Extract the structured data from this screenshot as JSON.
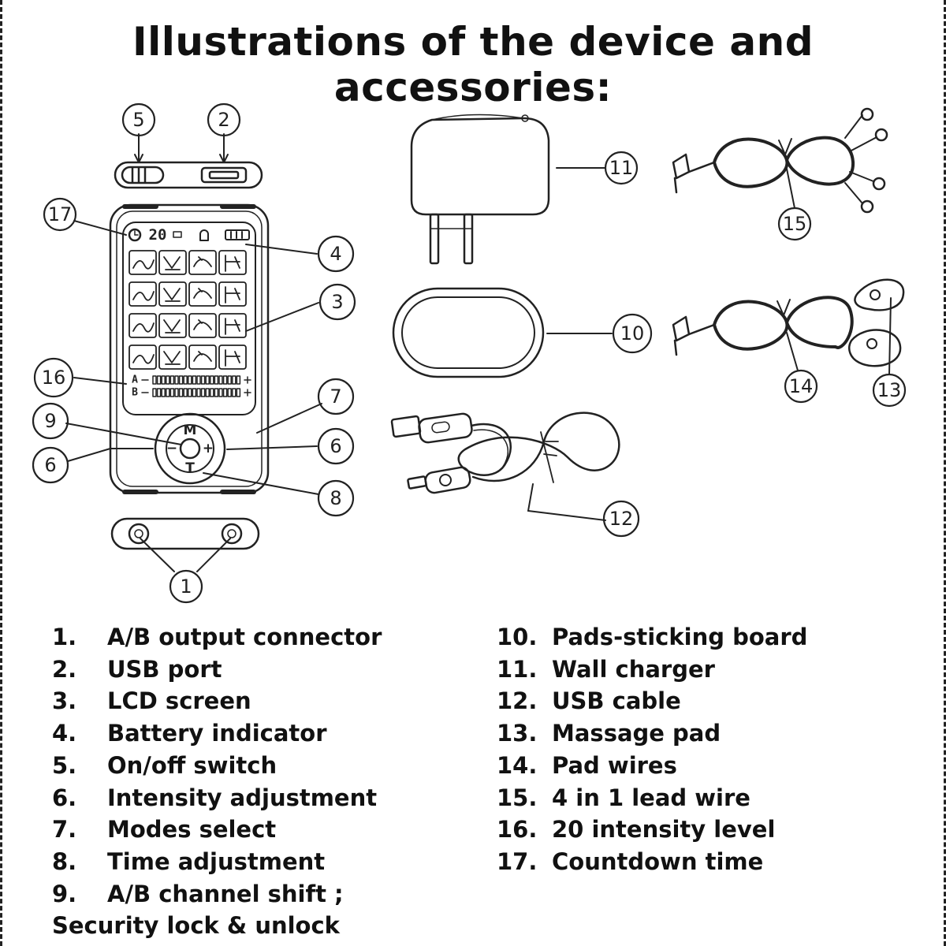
{
  "title": "Illustrations of the device and accessories:",
  "callouts": {
    "c1": "1",
    "c2": "2",
    "c3": "3",
    "c4": "4",
    "c5": "5",
    "c6a": "6",
    "c6b": "6",
    "c7": "7",
    "c8": "8",
    "c9": "9",
    "c10": "10",
    "c11": "11",
    "c12": "12",
    "c13": "13",
    "c14": "14",
    "c15": "15",
    "c16": "16",
    "c17": "17"
  },
  "device": {
    "lcd_time": "20",
    "channel_a": "A",
    "channel_b": "B",
    "button_mode": "M",
    "button_time": "T",
    "button_minus": "−",
    "button_plus": "+"
  },
  "legend_left": [
    {
      "num": "1.",
      "text": "A/B output connector"
    },
    {
      "num": "2.",
      "text": "USB port"
    },
    {
      "num": "3.",
      "text": "LCD screen"
    },
    {
      "num": "4.",
      "text": "Battery indicator"
    },
    {
      "num": "5.",
      "text": "On/off switch"
    },
    {
      "num": "6.",
      "text": "Intensity adjustment"
    },
    {
      "num": "7.",
      "text": "Modes select"
    },
    {
      "num": "8.",
      "text": "Time adjustment"
    },
    {
      "num": "9.",
      "text": "A/B channel shift ;",
      "cont": "Security lock & unlock"
    }
  ],
  "legend_right": [
    {
      "num": "10.",
      "text": "Pads-sticking board"
    },
    {
      "num": "11.",
      "text": "Wall charger"
    },
    {
      "num": "12.",
      "text": "USB cable"
    },
    {
      "num": "13.",
      "text": "Massage pad"
    },
    {
      "num": "14.",
      "text": "Pad wires"
    },
    {
      "num": "15.",
      "text": "4 in 1 lead wire"
    },
    {
      "num": "16.",
      "text": "20 intensity level"
    },
    {
      "num": "17.",
      "text": "Countdown time"
    }
  ]
}
